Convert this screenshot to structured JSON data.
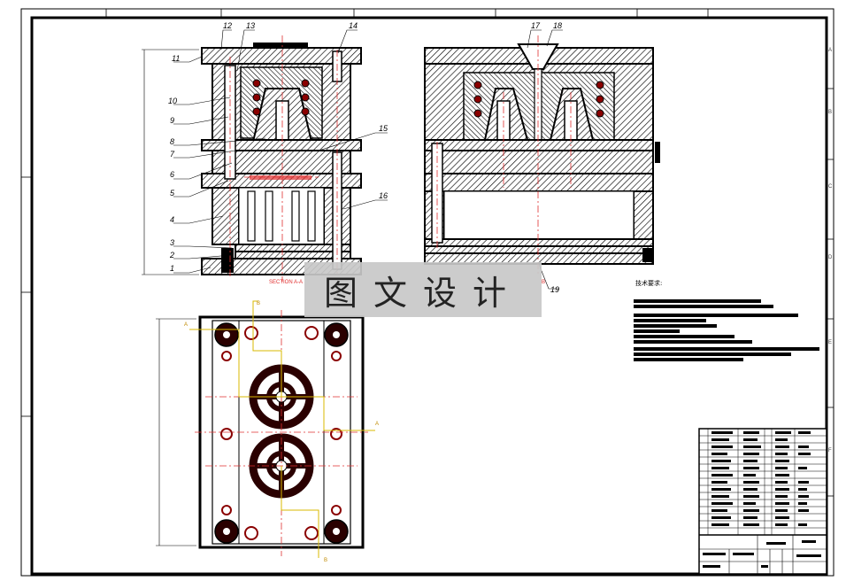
{
  "watermark": {
    "text": "图文设计"
  },
  "callouts": [
    "1",
    "2",
    "3",
    "4",
    "5",
    "6",
    "7",
    "8",
    "9",
    "10",
    "11",
    "12",
    "13",
    "14",
    "15",
    "16",
    "17",
    "18",
    "19"
  ],
  "section_labels": {
    "left": "SECTION A-A",
    "right": "B"
  },
  "tech_requirements": {
    "title": "技术要求:"
  },
  "markers": {
    "a": "A",
    "b": "B"
  },
  "edge_letters": [
    "A",
    "B",
    "C",
    "D",
    "E",
    "F"
  ],
  "colors": {
    "hatch": "#000000",
    "centerline": "#e03030",
    "dimension": "#c08a00",
    "section": "#e03030"
  }
}
